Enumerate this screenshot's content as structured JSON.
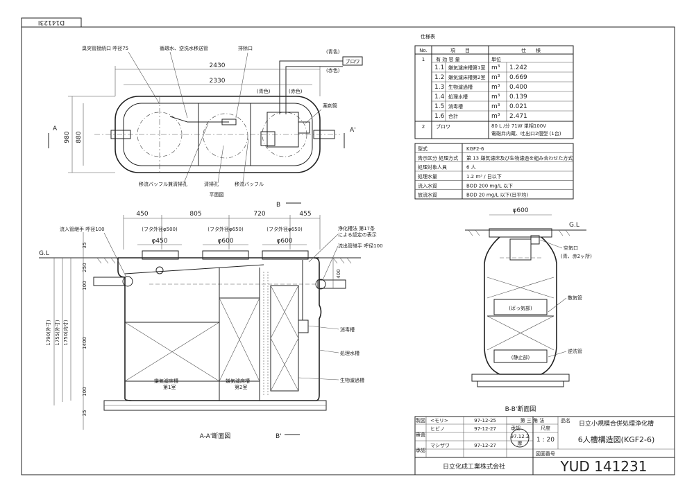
{
  "drawing_id": "D14123I",
  "plan_view": {
    "dim_total": "2430",
    "dim_inner": "2330",
    "dim_height_outer": "980",
    "dim_height_inner": "880",
    "label_vent": "臭突管接続口 呼径75",
    "label_circ": "循環水、逆洗水移送管",
    "label_drain": "排除口",
    "label_blue": "(青色)",
    "label_red": "(赤色)",
    "label_blue2": "(青色)",
    "label_red2": "(赤色)",
    "label_blower": "ブロワ",
    "label_chem": "薬剤筒",
    "label_baffle_clean": "移流バッフル兼清掃孔",
    "label_clean_hole": "清掃孔",
    "label_baffle": "移流バッフル",
    "title": "平面図",
    "sec_a": "A",
    "sec_a2": "A'",
    "sec_b": "B",
    "sec_b2": "B'"
  },
  "section_view": {
    "dims_top": [
      "450",
      "805",
      "720",
      "455"
    ],
    "lids": [
      "(フタ外径φ500)",
      "(フタ外径φ650)",
      "(フタ外径φ650)"
    ],
    "openings": [
      "φ450",
      "φ600",
      "φ600"
    ],
    "label_inflow": "流入管継手 呼径100",
    "label_outflow": "流出管継手 呼径100",
    "label_cert": "浄化槽法 第17条",
    "label_cert2": "による認定の表示",
    "gl": "G.L",
    "left_dims": [
      "35",
      "250",
      "100",
      "1400",
      "100",
      "35"
    ],
    "overall_dims": [
      "1790(外寸)",
      "1755(外寸)",
      "1750(内寸)"
    ],
    "dim_400": "400",
    "label_disinfect": "消毒槽",
    "label_treated": "処理水槽",
    "label_bio": "生物濾過槽",
    "label_ch1": "嫌気濾床槽",
    "label_ch1b": "第1室",
    "label_ch2": "嫌気濾床槽",
    "label_ch2b": "第2室",
    "title": "A-A'断面図",
    "sec_b": "B'"
  },
  "side_view": {
    "dim": "φ600",
    "gl": "G.L",
    "label_air": "空気口",
    "label_air2": "(青、赤2ヶ所)",
    "label_diffuser": "散気管",
    "label_backwash": "逆洗管",
    "label_aeration": "(ばっ気部)",
    "label_static": "(静止部)",
    "title": "B-B'断面図"
  },
  "spec_table": {
    "title": "仕様表",
    "headers": [
      "No.",
      "項　　目",
      "仕　　様"
    ],
    "unit_header": "単位",
    "row1": "有 効 容 量",
    "items": [
      {
        "no": "1.1",
        "name": "嫌気濾床槽第1室",
        "unit": "m³",
        "value": "1.242"
      },
      {
        "no": "1.2",
        "name": "嫌気濾床槽第2室",
        "unit": "m³",
        "value": "0.669"
      },
      {
        "no": "1.3",
        "name": "生物濾過槽",
        "unit": "m³",
        "value": "0.400"
      },
      {
        "no": "1.4",
        "name": "処理水槽",
        "unit": "m³",
        "value": "0.139"
      },
      {
        "no": "1.5",
        "name": "消毒槽",
        "unit": "m³",
        "value": "0.021"
      },
      {
        "no": "1.6",
        "name": "合計",
        "unit": "m³",
        "value": "2.471"
      }
    ],
    "no1": "1",
    "no2": "2",
    "blower_name": "ブロワ",
    "blower_spec1": "80 L /分 71W 単相100V",
    "blower_spec2": "電磁弁内蔵、吐出口2個型 (1台)"
  },
  "model_table": {
    "rows": [
      {
        "k": "型式",
        "v": "KGF2-6"
      },
      {
        "k": "告示区分 処理方式",
        "v": "第 13 嫌気濾床及び生物濾過を組み合わせた方式"
      },
      {
        "k": "処理対象人員",
        "v": "6 人"
      },
      {
        "k": "処理水量",
        "v": "1.2 m³ / 日以下"
      },
      {
        "k": "流入水質",
        "v": "BOD 200 mg/L 以下"
      },
      {
        "k": "放流水質",
        "v": "BOD 20 mg/L 以下(日平均)"
      }
    ]
  },
  "title_block": {
    "row_labels": [
      "製図",
      "審査",
      "承認"
    ],
    "names": [
      "<モリ>",
      "ヒビノ",
      "マシザワ"
    ],
    "dates": [
      "97-12-25",
      "97-12-27",
      "97-12-27"
    ],
    "projection": "第 三 角 法",
    "scale_label": "尺度",
    "scale": "1 : 20",
    "stamp_date": "97.12.2",
    "stamp_name": "摩",
    "stamp_label": "承認",
    "name_label": "品名",
    "product": "日立小規模合併処理浄化槽",
    "drawing_name": "6人槽構造図(KGF2-6)",
    "company": "日立化成工業株式会社",
    "number_label": "図面番号",
    "drawing_number": "YUD 141231"
  }
}
